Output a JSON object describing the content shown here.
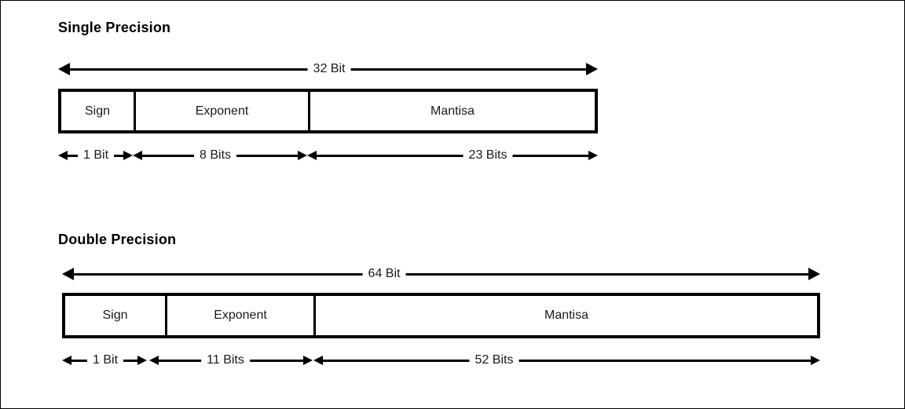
{
  "diagram": {
    "title_single": "Single Precision",
    "title_double": "Double Precision",
    "single": {
      "total_label": "32 Bit",
      "fields": [
        {
          "name": "Sign",
          "bits_label": "1 Bit"
        },
        {
          "name": "Exponent",
          "bits_label": "8 Bits"
        },
        {
          "name": "Mantisa",
          "bits_label": "23 Bits"
        }
      ]
    },
    "double": {
      "total_label": "64 Bit",
      "fields": [
        {
          "name": "Sign",
          "bits_label": "1 Bit"
        },
        {
          "name": "Exponent",
          "bits_label": "11 Bits"
        },
        {
          "name": "Mantisa",
          "bits_label": "52 Bits"
        }
      ]
    },
    "colors": {
      "line": "#000000",
      "text": "#1a1a1a",
      "background": "#ffffff",
      "frame": "#000000"
    }
  }
}
